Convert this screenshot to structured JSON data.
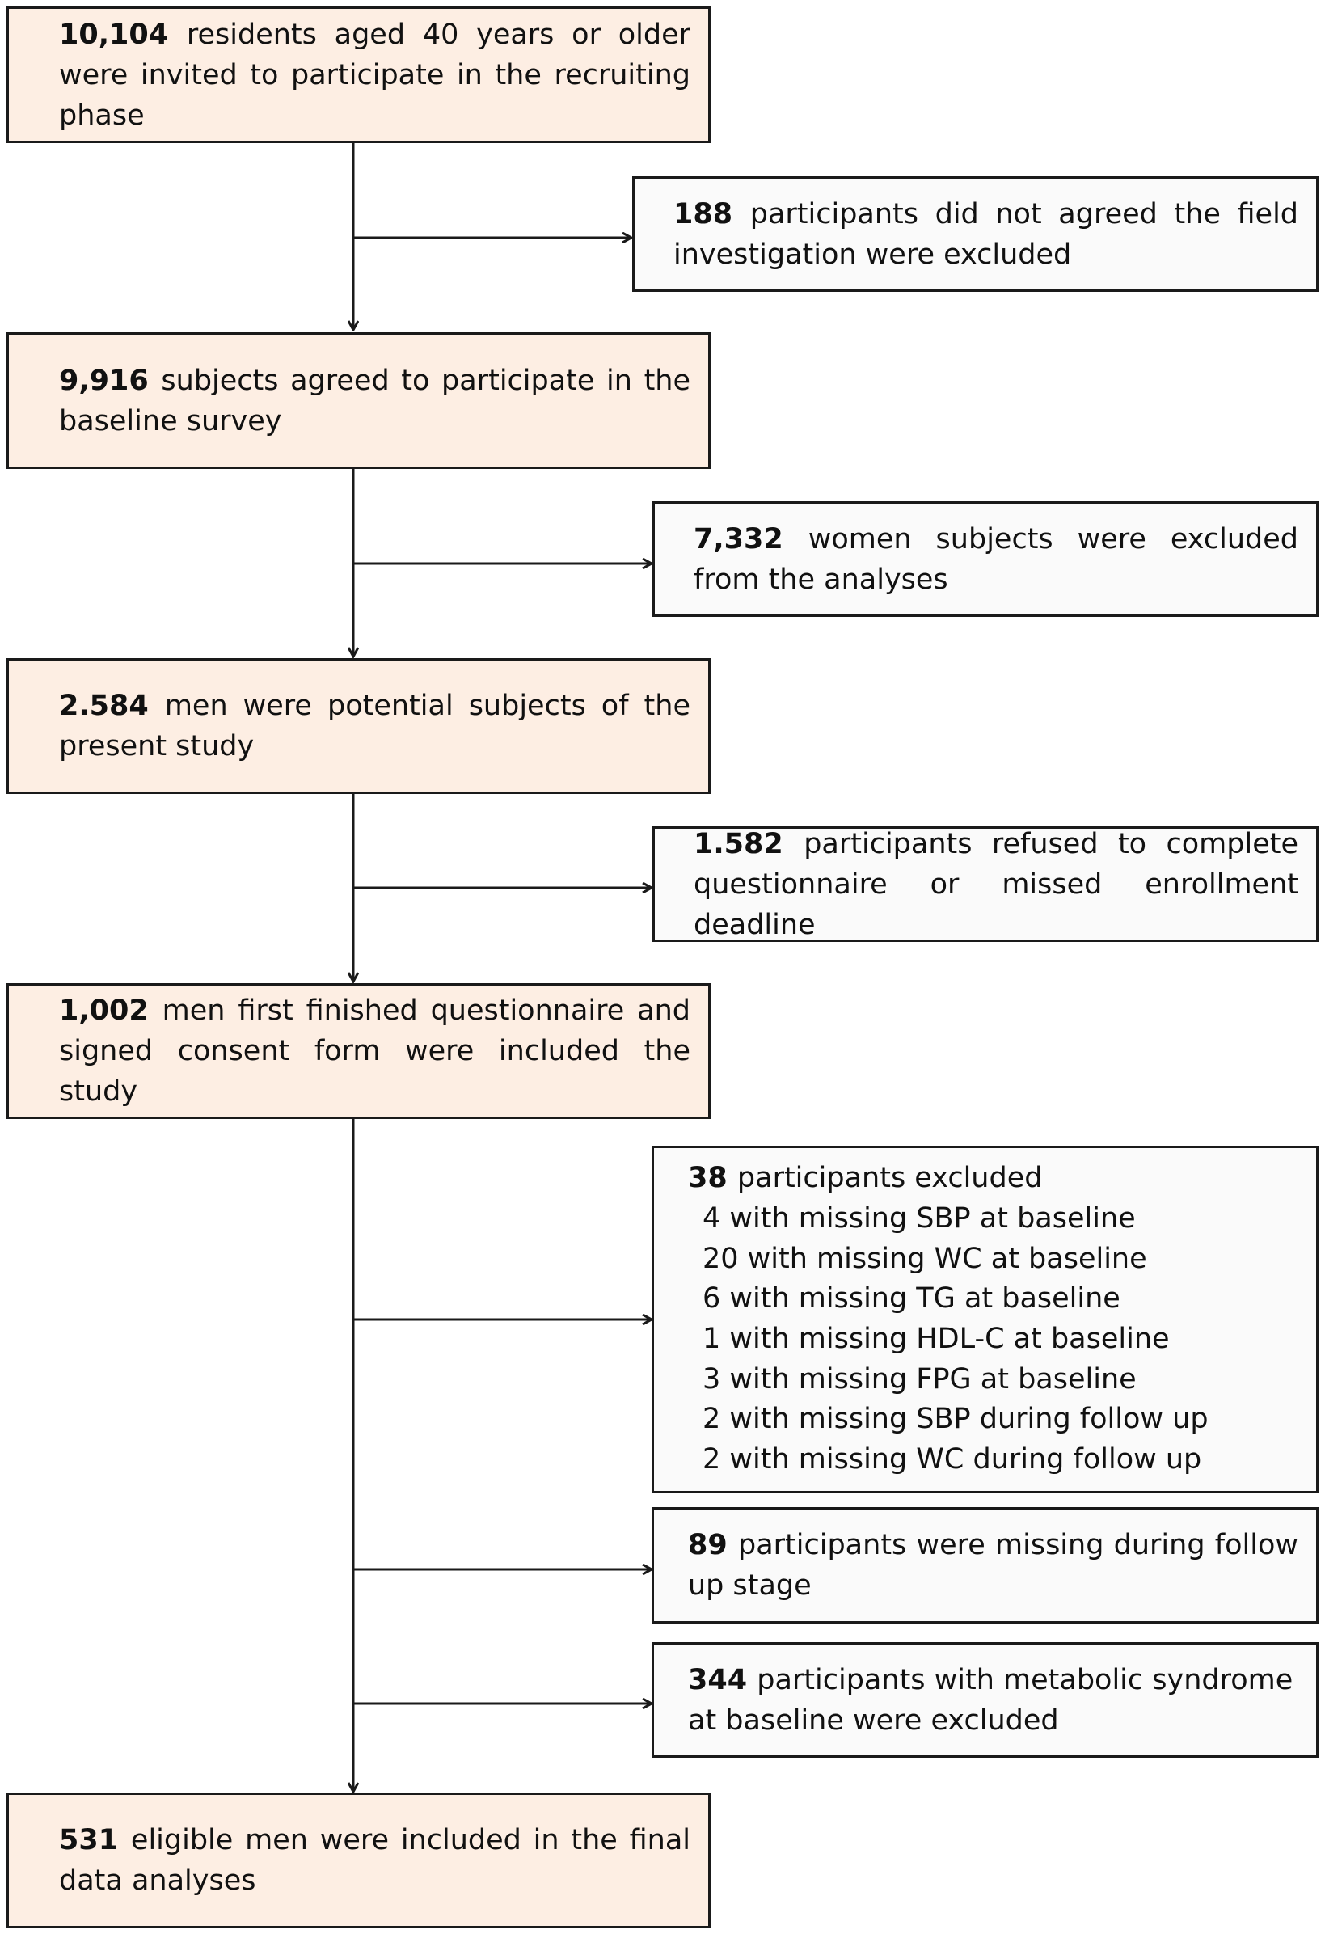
{
  "boxes": {
    "b1": {
      "num": "10,104",
      "text": "residents aged 40 years or older were invited to participate in the recruiting phase"
    },
    "s1": {
      "num": "188",
      "text": "participants did not agreed the field investigation were excluded"
    },
    "b2": {
      "num": "9,916",
      "text": "subjects agreed to participate in the baseline survey"
    },
    "s2": {
      "num": "7,332",
      "text": "women subjects were excluded from the analyses"
    },
    "b3": {
      "num": "2.584",
      "text": "men were potential subjects of the present study"
    },
    "s3": {
      "num": "1.582",
      "text": "participants refused to complete questionnaire or missed enrollment deadline"
    },
    "b4": {
      "num": "1,002",
      "text": "men first finished questionnaire and signed consent form were included the study"
    },
    "s4": {
      "num": "38",
      "text": "participants excluded",
      "items": [
        "4 with missing SBP at baseline",
        "20 with missing WC at baseline",
        "6 with missing TG at baseline",
        "1 with missing HDL-C at baseline",
        "3 with missing FPG at baseline",
        "2 with missing SBP during follow up",
        "2 with missing WC during follow up"
      ]
    },
    "s5": {
      "num": "89",
      "text": "participants were missing during follow up stage"
    },
    "s6": {
      "num": "344",
      "text": "participants with metabolic syndrome at baseline were excluded"
    },
    "b5": {
      "num": "531",
      "text": "eligible men were included in the final data analyses"
    }
  },
  "colors": {
    "main_fill": "#fdeee3",
    "side_fill": "#fafafa",
    "stroke": "#1a1a1a"
  }
}
